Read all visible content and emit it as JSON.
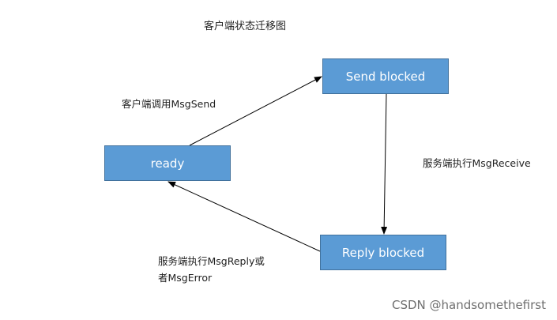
{
  "title": "客户端状态迁移图",
  "nodes": {
    "send_blocked": "Send blocked",
    "ready": "ready",
    "reply_blocked": "Reply blocked"
  },
  "edges": {
    "ready_to_send": "客户端调用MsgSend",
    "send_to_reply": "服务端执行MsgReceive",
    "reply_to_ready_line1": "服务端执行MsgReply或",
    "reply_to_ready_line2": "者MsgError"
  },
  "colors": {
    "node_fill": "#5b9bd5",
    "node_border": "#41719c",
    "arrow": "#000000"
  },
  "watermark": "CSDN @handsomethefirst"
}
